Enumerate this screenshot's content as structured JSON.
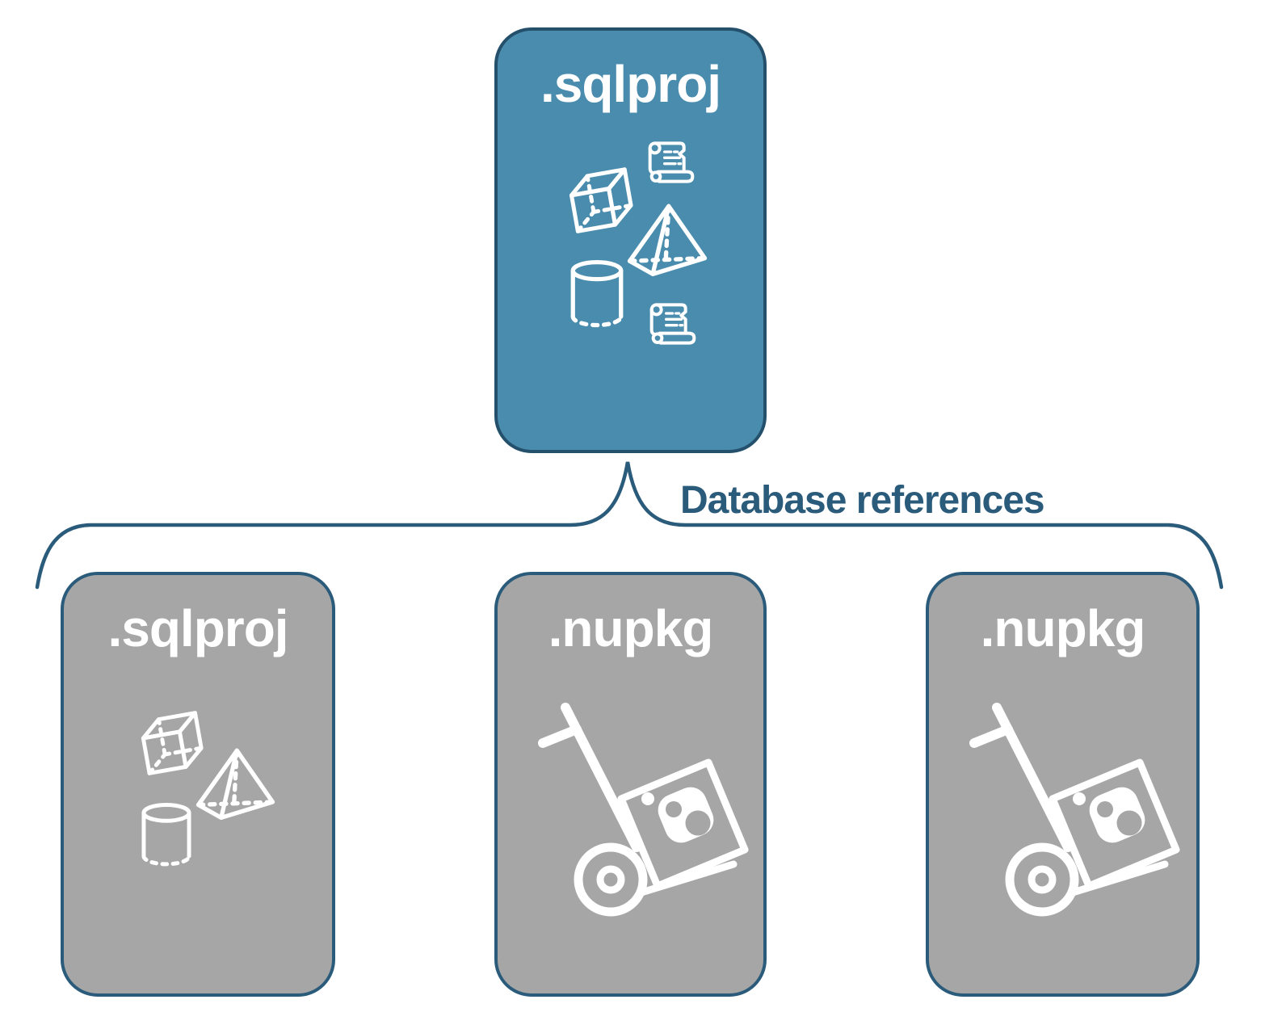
{
  "colors": {
    "accent_blue": "#4A8CAD",
    "border_dark": "#24506C",
    "line_color": "#2B5B7B",
    "gray_fill": "#A6A6A6",
    "icon_white": "#FFFFFF"
  },
  "connector": {
    "label": "Database references"
  },
  "boxes": {
    "main": {
      "label": ".sqlproj",
      "icons": [
        "sql-script-icon",
        "cube-icon",
        "pyramid-icon",
        "database-cylinder-icon",
        "sql-script-icon"
      ]
    },
    "child_sqlproj": {
      "label": ".sqlproj",
      "icons": [
        "cube-icon",
        "pyramid-icon",
        "database-cylinder-icon"
      ]
    },
    "child_nupkg_1": {
      "label": ".nupkg",
      "icons": [
        "nuget-dolly-icon"
      ]
    },
    "child_nupkg_2": {
      "label": ".nupkg",
      "icons": [
        "nuget-dolly-icon"
      ]
    }
  }
}
